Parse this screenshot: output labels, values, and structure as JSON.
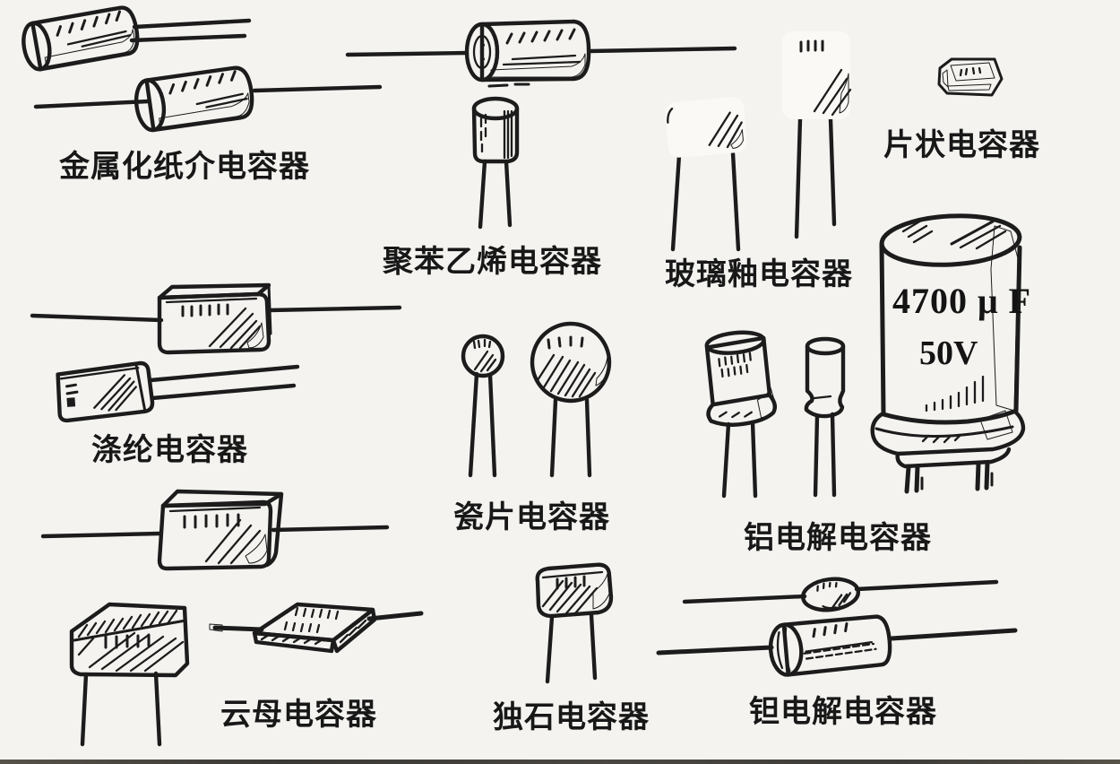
{
  "figure": {
    "description_language": "zh",
    "items": [
      {
        "id": "metallized-paper-capacitor",
        "label": "金属化纸介电容器"
      },
      {
        "id": "polystyrene-capacitor",
        "label": "聚苯乙烯电容器"
      },
      {
        "id": "glass-glaze-capacitor",
        "label": "玻璃釉电容器"
      },
      {
        "id": "chip-capacitor",
        "label": "片状电容器"
      },
      {
        "id": "polyester-capacitor",
        "label": "涤纶电容器"
      },
      {
        "id": "ceramic-disc-capacitor",
        "label": "瓷片电容器"
      },
      {
        "id": "aluminum-electrolytic-capacitor",
        "label": "铝电解电容器",
        "markings": [
          "4700 μ F",
          "50V"
        ]
      },
      {
        "id": "mica-capacitor",
        "label": "云母电容器"
      },
      {
        "id": "monolithic-capacitor",
        "label": "独石电容器"
      },
      {
        "id": "tantalum-electrolytic-capacitor",
        "label": "钽电解电容器"
      }
    ]
  },
  "colors": {
    "background": "#f4f3f0",
    "ink": "#1c1c1c",
    "bottom_edge": "#454340"
  }
}
